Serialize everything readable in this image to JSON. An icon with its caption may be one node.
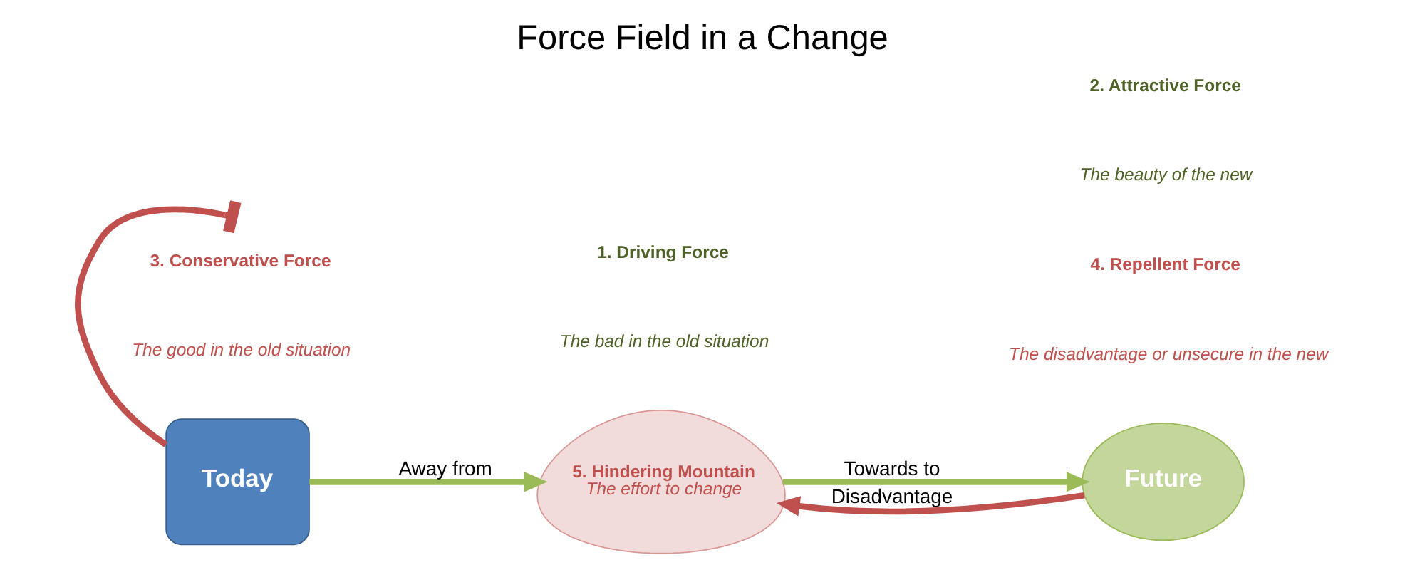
{
  "diagram": {
    "title": "Force Field in a Change",
    "nodes": [
      {
        "text": [
          "Today"
        ]
      },
      {
        "text": [
          "5. Hindering Mountain",
          "The effort to change"
        ]
      },
      {
        "text": [
          "Future"
        ]
      }
    ],
    "edges": [
      {
        "from": 0,
        "to": 1,
        "arrow": "to",
        "label": "Away from",
        "color": "#9bbb59"
      },
      {
        "from": 1,
        "to": 2,
        "arrow": "to",
        "label": "Towards to",
        "color": "#9bbb59"
      },
      {
        "from": 2,
        "to": 1,
        "arrow": "to",
        "label": "Disadvantage",
        "color": "#c0504d"
      },
      {
        "from": 0,
        "to": null,
        "arrow": "other",
        "color": "#c0504d"
      }
    ],
    "labels": [
      "3. Conservative Force",
      "The good in the old situation",
      "1. Driving Force",
      "The bad in the old situation",
      "2. Attractive Force",
      "The beauty of the new",
      "4. Repellent Force",
      "The disadvantage or unsecure in the new"
    ]
  }
}
